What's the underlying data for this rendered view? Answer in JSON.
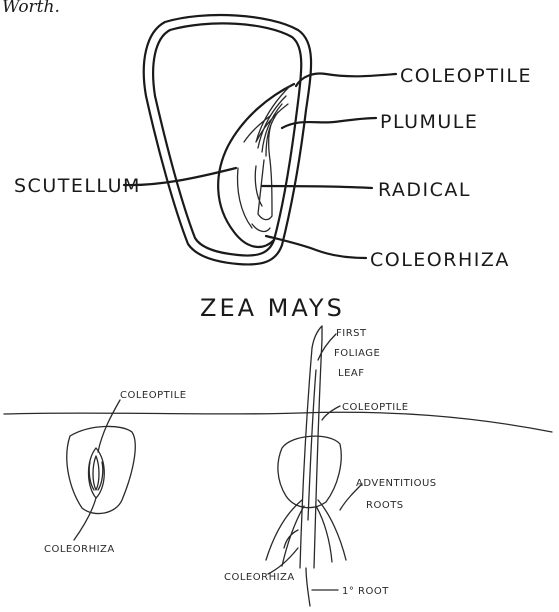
{
  "caption": "Worth.",
  "top_figure": {
    "labels": {
      "coleoptile": "COLEOPTILE",
      "plumule": "PLUMULE",
      "scutellum": "SCUTELLUM",
      "radical": "RADICAL",
      "coleorhiza": "COLEORHIZA"
    }
  },
  "title": "ZEA MAYS",
  "bottom_left": {
    "labels": {
      "coleoptile": "COLEOPTILE",
      "coleorhiza": "COLEORHIZA"
    }
  },
  "bottom_right": {
    "labels": {
      "first_foliage_leaf_line1": "FIRST",
      "first_foliage_leaf_line2": "FOLIAGE",
      "first_foliage_leaf_line3": "LEAF",
      "coleoptile": "COLEOPTILE",
      "adventitious_line1": "ADVENTITIOUS",
      "adventitious_line2": "ROOTS",
      "coleorhiza": "COLEORHIZA",
      "primary_root": "1° ROOT"
    }
  }
}
